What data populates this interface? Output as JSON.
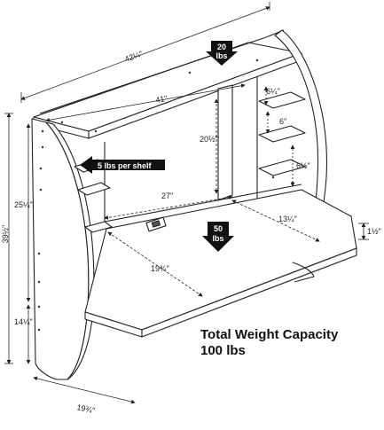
{
  "dimensions": {
    "overall_width": "42¼\"",
    "shelf_width": "41\"",
    "desk_width": "27\"",
    "upper_height": "20½\"",
    "side_height_upper": "25¼\"",
    "total_height": "39½\"",
    "side_height_lower": "14¼\"",
    "depth": "19¾\"",
    "desk_depth": "19¾\"",
    "desk_right_depth": "13¼\"",
    "desk_thickness": "1½\"",
    "cubby_top": "6¼\"",
    "cubby_mid": "6\"",
    "cubby_low": "6½\""
  },
  "callouts": {
    "top_shelf_load_value": "20",
    "top_shelf_load_unit": "lbs",
    "shelf_load": "5 lbs per shelf",
    "desk_load_value": "50",
    "desk_load_unit": "lbs"
  },
  "caption": {
    "line1": "Total Weight Capacity",
    "line2": "100 lbs"
  }
}
